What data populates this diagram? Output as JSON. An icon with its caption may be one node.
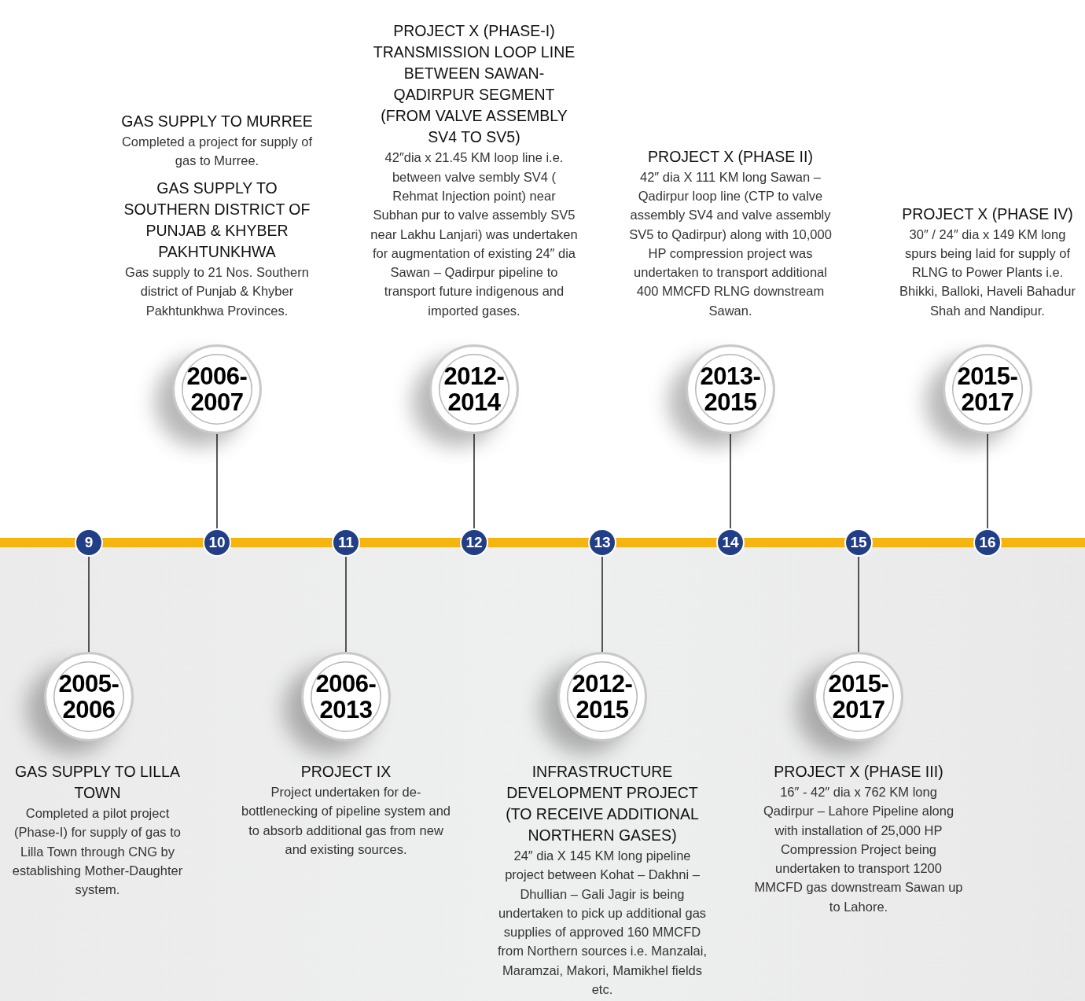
{
  "diagram": {
    "nodes": [
      {
        "text": [
          "9"
        ]
      },
      {
        "text": [
          "10"
        ]
      },
      {
        "text": [
          "11"
        ]
      },
      {
        "text": [
          "12"
        ]
      },
      {
        "text": [
          "13"
        ]
      },
      {
        "text": [
          "14"
        ]
      },
      {
        "text": [
          "15"
        ]
      },
      {
        "text": [
          "16"
        ]
      },
      {
        "text": [
          "2005-2006"
        ],
        "beside": [
          "GAS SUPPLY TO LILLA TOWN",
          "Completed a pilot project (Phase-I) for supply of gas to Lilla Town through CNG by establishing Mother-Daughter system."
        ]
      },
      {
        "text": [
          "2006-2007"
        ],
        "beside": [
          "GAS SUPPLY TO MURREE",
          "Completed a project for supply of gas to Murree.",
          "GAS SUPPLY TO SOUTHERN DISTRICT OF PUNJAB & KHYBER PAKHTUNKHWA",
          "Gas supply to 21 Nos. Southern district of Punjab & Khyber Pakhtunkhwa Provinces."
        ]
      },
      {
        "text": [
          "2006-2013"
        ],
        "beside": [
          "PROJECT IX",
          "Project undertaken for de-bottlenecking of pipeline system and to absorb additional gas from new and existing sources."
        ]
      },
      {
        "text": [
          "2012-2014"
        ],
        "beside": [
          "PROJECT X (PHASE-I) TRANSMISSION LOOP LINE BETWEEN SAWAN- QADIRPUR SEGMENT (FROM VALVE ASSEMBLY SV4 TO SV5)",
          "42″dia x 21.45 KM loop line i.e. between valve sembly SV4 ( Rehmat Injection point) near Subhan pur to valve assembly SV5 near Lakhu Lanjari) was undertaken for augmentation of existing 24″ dia Sawan – Qadirpur pipeline to transport future indigenous and imported gases."
        ]
      },
      {
        "text": [
          "2012-2015"
        ],
        "beside": [
          "INFRASTRUCTURE DEVELOPMENT PROJECT (TO RECEIVE ADDITIONAL NORTHERN GASES)",
          "24″ dia X 145 KM long pipeline project between Kohat – Dakhni – Dhullian – Gali Jagir is being undertaken to pick up additional gas supplies of approved 160 MMCFD from Northern sources i.e. Manzalai, Maramzai, Makori, Mamikhel fields etc."
        ]
      },
      {
        "text": [
          "2013-2015"
        ],
        "beside": [
          "PROJECT X (PHASE II)",
          "42″ dia X 111 KM long Sawan – Qadirpur loop line (CTP to valve assembly SV4 and valve assembly SV5 to Qadirpur) along with 10,000 HP compression project was undertaken to transport additional 400 MMCFD RLNG downstream Sawan."
        ]
      },
      {
        "text": [
          "2015-2017"
        ],
        "beside": [
          "PROJECT X (PHASE III)",
          "16″ - 42″ dia x 762 KM long Qadirpur – Lahore Pipeline along with installation of 25,000 HP Compression Project being undertaken to transport 1200 MMCFD gas downstream Sawan up to Lahore."
        ]
      },
      {
        "text": [
          "2015-2017"
        ],
        "beside": [
          "PROJECT X (PHASE IV)",
          "30″ / 24″ dia x 149 KM long spurs being laid for supply of RLNG to Power Plants i.e. Bhikki, Balloki, Haveli Bahadur Shah and Nandipur."
        ]
      }
    ],
    "edges": [
      {
        "from": 0,
        "to": 8,
        "arrow": "none"
      },
      {
        "from": 1,
        "to": 9,
        "arrow": "none"
      },
      {
        "from": 2,
        "to": 10,
        "arrow": "none"
      },
      {
        "from": 3,
        "to": 11,
        "arrow": "none"
      },
      {
        "from": 4,
        "to": 12,
        "arrow": "none"
      },
      {
        "from": 5,
        "to": 13,
        "arrow": "none"
      },
      {
        "from": 6,
        "to": 14,
        "arrow": "none"
      },
      {
        "from": 7,
        "to": 15,
        "arrow": "none"
      }
    ]
  }
}
